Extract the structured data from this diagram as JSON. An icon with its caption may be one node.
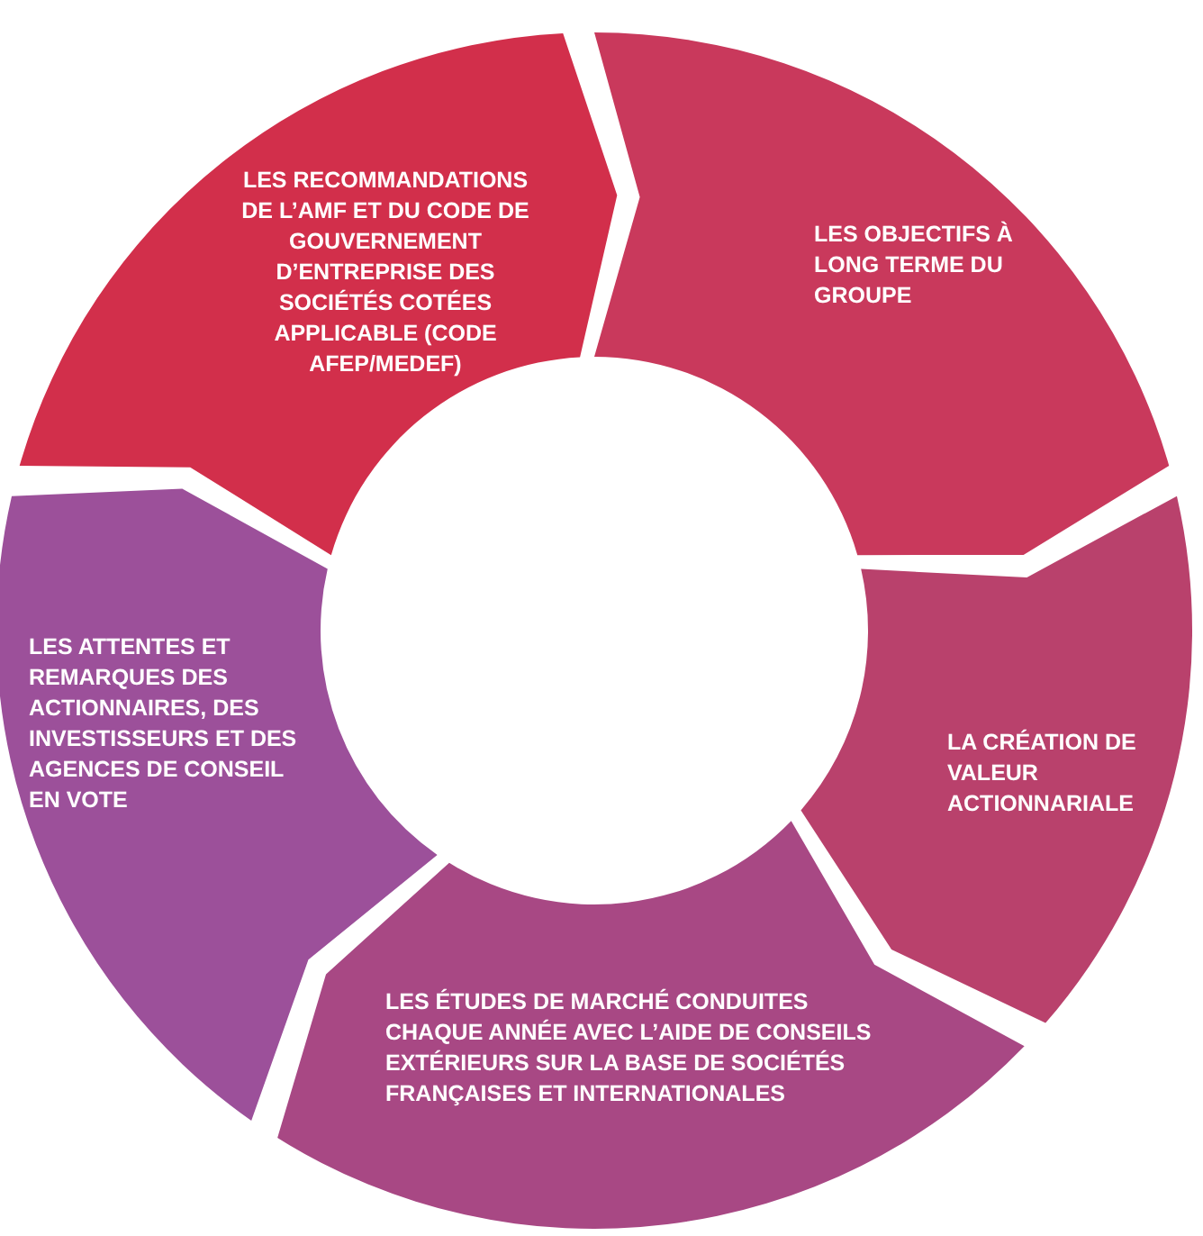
{
  "diagram": {
    "nodes": [
      {
        "text": [
          "LES RECOMMANDATIONS DE L’AMF ET DU CODE DE GOUVERNEMENT D’ENTREPRISE DES SOCIÉTÉS COTÉES APPLICABLE (CODE AFEP/MEDEF)"
        ]
      },
      {
        "text": [
          "LES OBJECTIFS À LONG TERME DU GROUPE"
        ]
      },
      {
        "text": [
          "LA CRÉATION DE VALEUR ACTIONNARIALE"
        ]
      },
      {
        "text": [
          "LES ÉTUDES DE MARCHÉ CONDUITES CHAQUE ANNÉE AVEC L’AIDE DE CONSEILS EXTÉRIEURS SUR LA BASE DE SOCIÉTÉS FRANÇAISES ET INTERNATIONALES"
        ]
      },
      {
        "text": [
          "LES ATTENTES ET REMARQUES DES ACTIONNAIRES, DES INVESTISSEURS ET DES AGENCES DE CONSEIL EN VOTE"
        ]
      }
    ]
  }
}
